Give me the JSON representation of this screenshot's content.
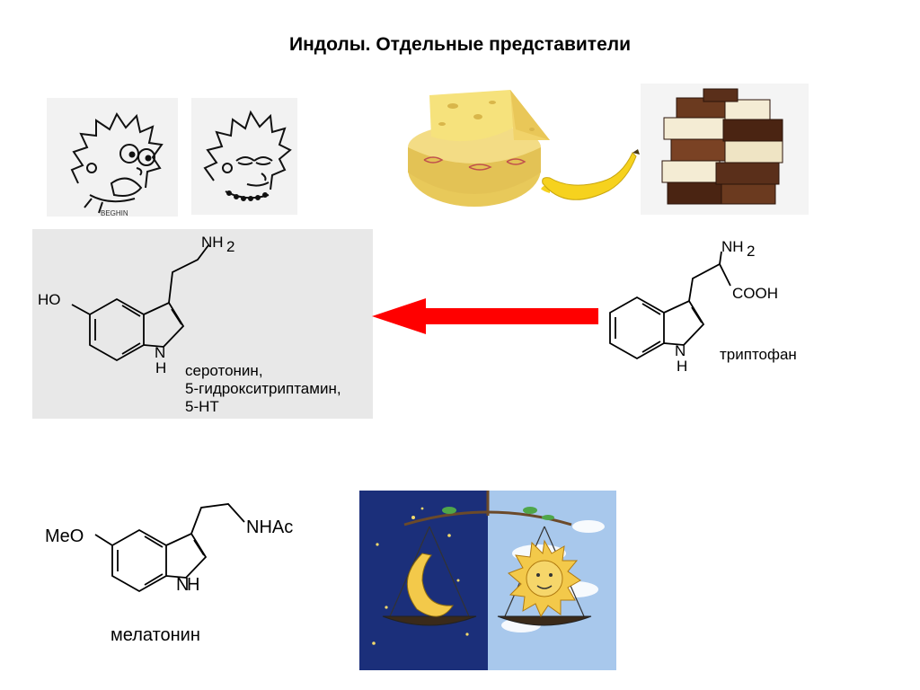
{
  "slide": {
    "title": "Индолы. Отдельные представители"
  },
  "pictures": {
    "lisa_excited": "lisa-sketch-excited",
    "lisa_calm": "lisa-sketch-calm",
    "lisa_caption": "BEGHIN",
    "cheese_banana": "cheese-and-banana-photo",
    "chocolate": "chocolate-stack-photo",
    "day_night": "moon-sun-scales-picture"
  },
  "serotonin": {
    "substituent": "HO",
    "amine": "NH",
    "amine_sub": "2",
    "ring_n": "N",
    "ring_h": "H",
    "names": [
      "серотонин,",
      "5-гидрокситриптамин,",
      "5-НТ"
    ]
  },
  "tryptophan": {
    "amine": "NH",
    "amine_sub": "2",
    "acid": "COOH",
    "ring_n": "N",
    "ring_h": "H",
    "name": "триптофан"
  },
  "melatonin": {
    "substituent": "MeO",
    "amide": "NHAc",
    "ring_n": "N",
    "ring_h": "H",
    "name": "мелатонин"
  },
  "colors": {
    "arrow": "#ff0000",
    "box": "#e8e8e8",
    "night": "#1b2f7a",
    "day": "#a8c8ec",
    "cheese": "#f1d36a",
    "banana": "#f6d21e",
    "chocolate": "#5a2f1a"
  }
}
